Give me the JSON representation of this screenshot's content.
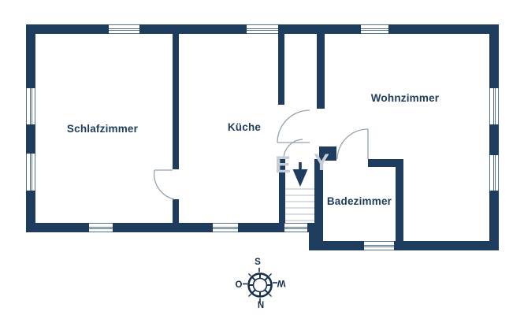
{
  "floorplan": {
    "rooms": [
      {
        "label": "Schlafzimmer"
      },
      {
        "label": "Küche"
      },
      {
        "label": "Wohnzimmer"
      },
      {
        "label": "Badezimmer"
      }
    ],
    "stairs": {
      "direction": "down",
      "icon": "arrow-down"
    },
    "compass": {
      "top": "S",
      "right": "W",
      "bottom": "N",
      "left": "O"
    },
    "watermark": {
      "fragments": [
        "E",
        "Y"
      ]
    },
    "colors": {
      "wall": "#1d3c5e",
      "label_text": "#1d3c5e",
      "window_line": "#51718e",
      "door_arc": "#92a2b2",
      "background": "#ffffff"
    }
  }
}
